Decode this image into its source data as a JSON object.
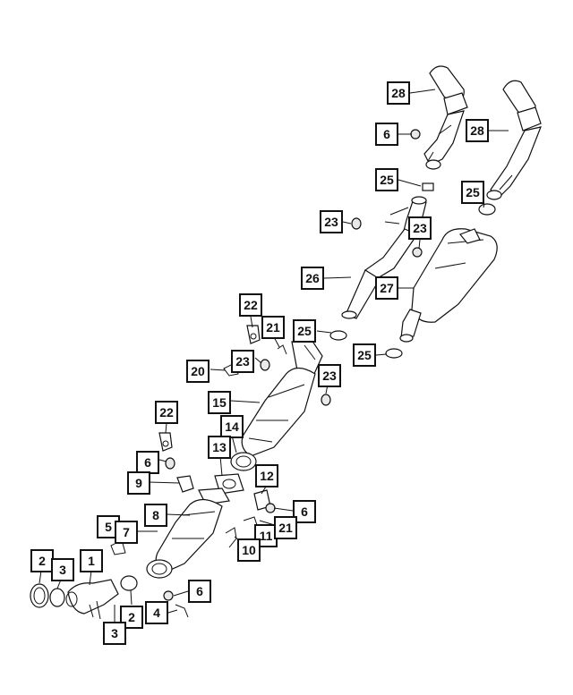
{
  "diagram": {
    "callouts": [
      {
        "id": "c28a",
        "label": "28"
      },
      {
        "id": "c6a",
        "label": "6"
      },
      {
        "id": "c28b",
        "label": "28"
      },
      {
        "id": "c25a",
        "label": "25"
      },
      {
        "id": "c25b",
        "label": "25"
      },
      {
        "id": "c23a",
        "label": "23"
      },
      {
        "id": "c23b",
        "label": "23"
      },
      {
        "id": "c26",
        "label": "26"
      },
      {
        "id": "c27",
        "label": "27"
      },
      {
        "id": "c22a",
        "label": "22"
      },
      {
        "id": "c21a",
        "label": "21"
      },
      {
        "id": "c25c",
        "label": "25"
      },
      {
        "id": "c25d",
        "label": "25"
      },
      {
        "id": "c20",
        "label": "20"
      },
      {
        "id": "c23c",
        "label": "23"
      },
      {
        "id": "c23d",
        "label": "23"
      },
      {
        "id": "c15",
        "label": "15"
      },
      {
        "id": "c22b",
        "label": "22"
      },
      {
        "id": "c14",
        "label": "14"
      },
      {
        "id": "c13",
        "label": "13"
      },
      {
        "id": "c6b",
        "label": "6"
      },
      {
        "id": "c12",
        "label": "12"
      },
      {
        "id": "c9",
        "label": "9"
      },
      {
        "id": "c8",
        "label": "8"
      },
      {
        "id": "c6c",
        "label": "6"
      },
      {
        "id": "c5",
        "label": "5"
      },
      {
        "id": "c7",
        "label": "7"
      },
      {
        "id": "c11",
        "label": "11"
      },
      {
        "id": "c21b",
        "label": "21"
      },
      {
        "id": "c10",
        "label": "10"
      },
      {
        "id": "c2a",
        "label": "2"
      },
      {
        "id": "c3a",
        "label": "3"
      },
      {
        "id": "c1",
        "label": "1"
      },
      {
        "id": "c6d",
        "label": "6"
      },
      {
        "id": "c2b",
        "label": "2"
      },
      {
        "id": "c4",
        "label": "4"
      },
      {
        "id": "c3b",
        "label": "3"
      }
    ]
  }
}
